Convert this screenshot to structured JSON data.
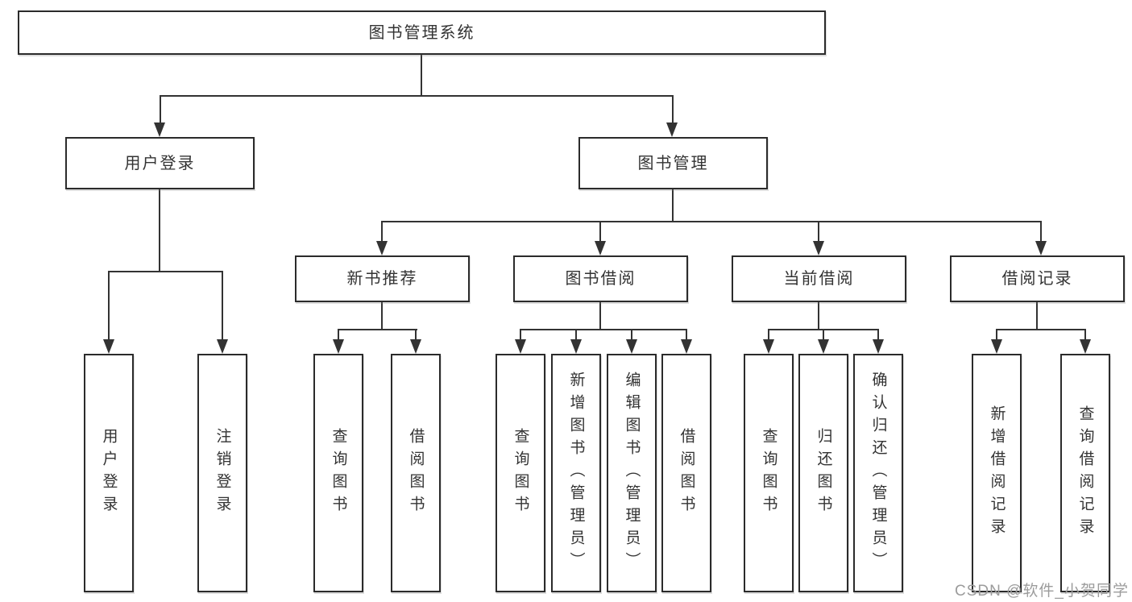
{
  "diagram": {
    "root": {
      "label": "图书管理系统"
    },
    "level2": {
      "user_login": {
        "label": "用户登录"
      },
      "book_mgmt": {
        "label": "图书管理"
      }
    },
    "level3": {
      "new_book_rec": {
        "label": "新书推荐"
      },
      "book_borrow": {
        "label": "图书借阅"
      },
      "current_borrow": {
        "label": "当前借阅"
      },
      "borrow_record": {
        "label": "借阅记录"
      }
    },
    "leaves": {
      "user_login": {
        "label": "用户登录"
      },
      "logout": {
        "label": "注销登录"
      },
      "rec_query_book": {
        "label": "查询图书"
      },
      "rec_borrow_book": {
        "label": "借阅图书"
      },
      "bb_query_book": {
        "label": "查询图书"
      },
      "bb_add_book": {
        "label": "新增图书（管理员）"
      },
      "bb_edit_book": {
        "label": "编辑图书（管理员）"
      },
      "bb_borrow_book": {
        "label": "借阅图书"
      },
      "cb_query_book": {
        "label": "查询图书"
      },
      "cb_return_book": {
        "label": "归还图书"
      },
      "cb_confirm_return": {
        "label": "确认归还（管理员）"
      },
      "br_add_record": {
        "label": "新增借阅记录"
      },
      "br_query_record": {
        "label": "查询借阅记录"
      }
    }
  },
  "watermark": {
    "text": "CSDN @软件_小贺同学"
  },
  "colors": {
    "line": "#333333",
    "box_border": "#2b2b2b",
    "text": "#333333",
    "watermark_text": "#9c9c9c",
    "background": "#ffffff"
  }
}
